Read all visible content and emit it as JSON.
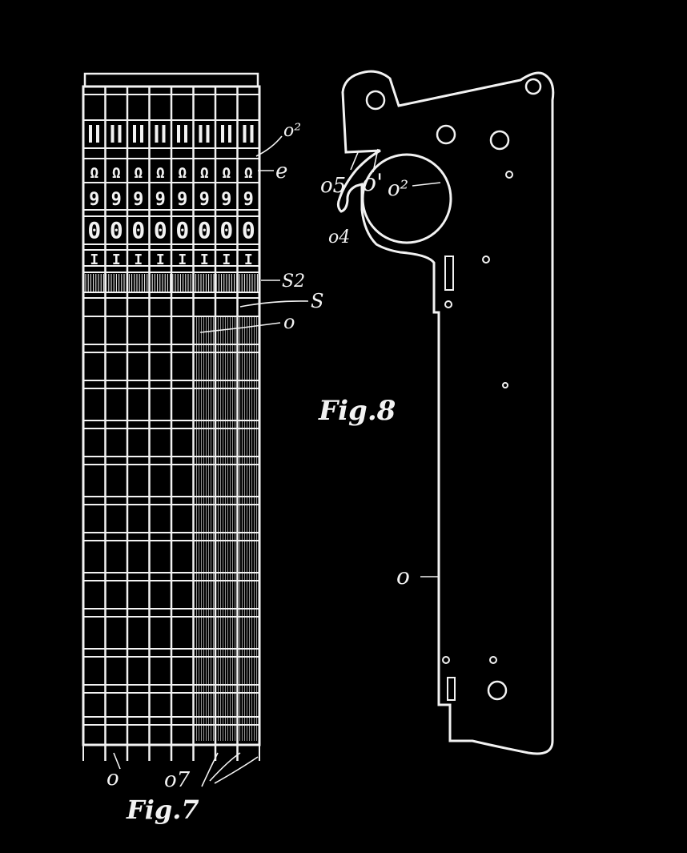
{
  "figures": [
    {
      "id": "fig7",
      "caption": "Fig.7",
      "columns": 8,
      "digit_rows": [
        "Ω",
        "9",
        "0",
        "I"
      ],
      "labels": {
        "o2": "o²",
        "e": "e",
        "s2": "S2",
        "s": "S",
        "o": "o",
        "o_bottom": "o",
        "o7": "o7"
      }
    },
    {
      "id": "fig8",
      "caption": "Fig.8",
      "labels": {
        "o5": "o5",
        "o1": "o'",
        "o2": "o²",
        "o4": "o4",
        "o": "o"
      }
    }
  ],
  "colors": {
    "background": "#000000",
    "ink": "#f2f2f2"
  }
}
